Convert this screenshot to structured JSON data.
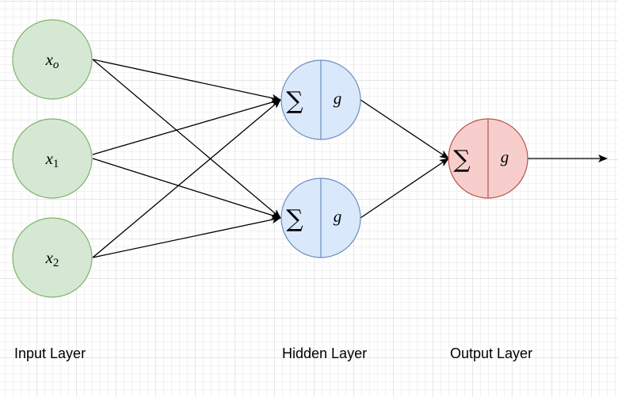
{
  "input_nodes": [
    {
      "var": "x",
      "sub": "o"
    },
    {
      "var": "x",
      "sub": "1"
    },
    {
      "var": "x",
      "sub": "2"
    }
  ],
  "hidden_nodes": [
    {
      "sum_symbol": "∑",
      "activation": "g"
    },
    {
      "sum_symbol": "∑",
      "activation": "g"
    }
  ],
  "output_node": {
    "sum_symbol": "∑",
    "activation": "g"
  },
  "labels": {
    "input_layer": "Input Layer",
    "hidden_layer": "Hidden Layer",
    "output_layer": "Output Layer"
  },
  "colors": {
    "input_fill": "#d5e8d4",
    "input_stroke": "#82b366",
    "hidden_fill": "#dae8fc",
    "hidden_stroke": "#6c8ebf",
    "output_fill": "#f8cecc",
    "output_stroke": "#b85450",
    "edge": "#000000"
  }
}
